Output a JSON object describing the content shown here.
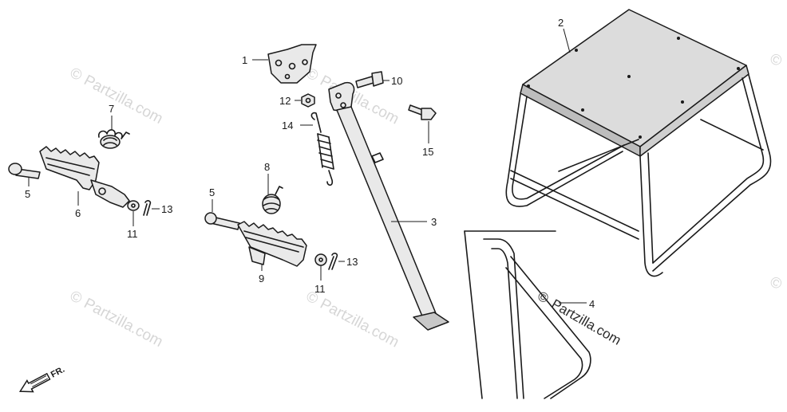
{
  "callouts": {
    "c1": "1",
    "c2": "2",
    "c3": "3",
    "c4": "4",
    "c5a": "5",
    "c5b": "5",
    "c6": "6",
    "c7": "7",
    "c8": "8",
    "c9": "9",
    "c10": "10",
    "c11a": "11",
    "c11b": "11",
    "c12": "12",
    "c13a": "13",
    "c13b": "13",
    "c14": "14",
    "c15": "15"
  },
  "direction_label": "FR.",
  "watermark": {
    "symbol": "©",
    "text": "Partzilla.com"
  }
}
